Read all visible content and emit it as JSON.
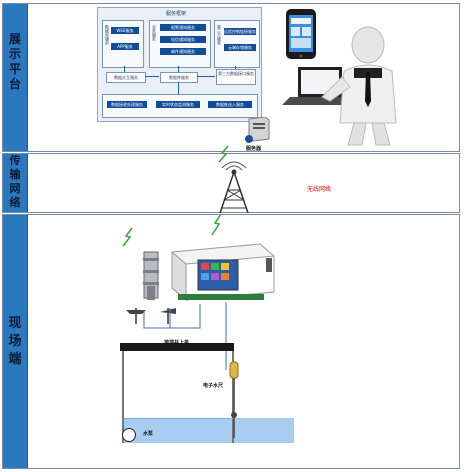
{
  "sections": [
    {
      "label": [
        "展",
        "示",
        "平",
        "台"
      ]
    },
    {
      "label": [
        "传",
        "输",
        "网",
        "络"
      ]
    },
    {
      "label": [
        "现",
        "场",
        "端"
      ]
    }
  ],
  "architecture": {
    "title": "服务框架",
    "left_group_label": "数据库服务",
    "left_buttons": [
      "WEB服务",
      "APP服务"
    ],
    "center_group_label": "业务服务",
    "center_buttons": [
      "报警通知服务",
      "短信通知服务",
      "邮件通知服务"
    ],
    "right_group_label": "第三方服务",
    "right_buttons": [
      "远程控制链接服务",
      "云端存储服务"
    ],
    "middle_boxes": [
      "数据交互服务",
      "数据库服务",
      "第三方数据接口服务"
    ],
    "bottom_buttons": [
      "数据接收处理服务",
      "实时状态监测服务",
      "数据推送入服务"
    ]
  },
  "server_label": "服务器",
  "wireless_label": "无线网络",
  "field": {
    "well_top_label": "地埋井上盖",
    "level_gauge_label": "电子水尺",
    "pump_label": "水泵"
  },
  "colors": {
    "section_bar": "#2a78be",
    "wireless_text": "#e01010",
    "button_blue": "#0f4d9b",
    "water": "#a9cdf0"
  }
}
